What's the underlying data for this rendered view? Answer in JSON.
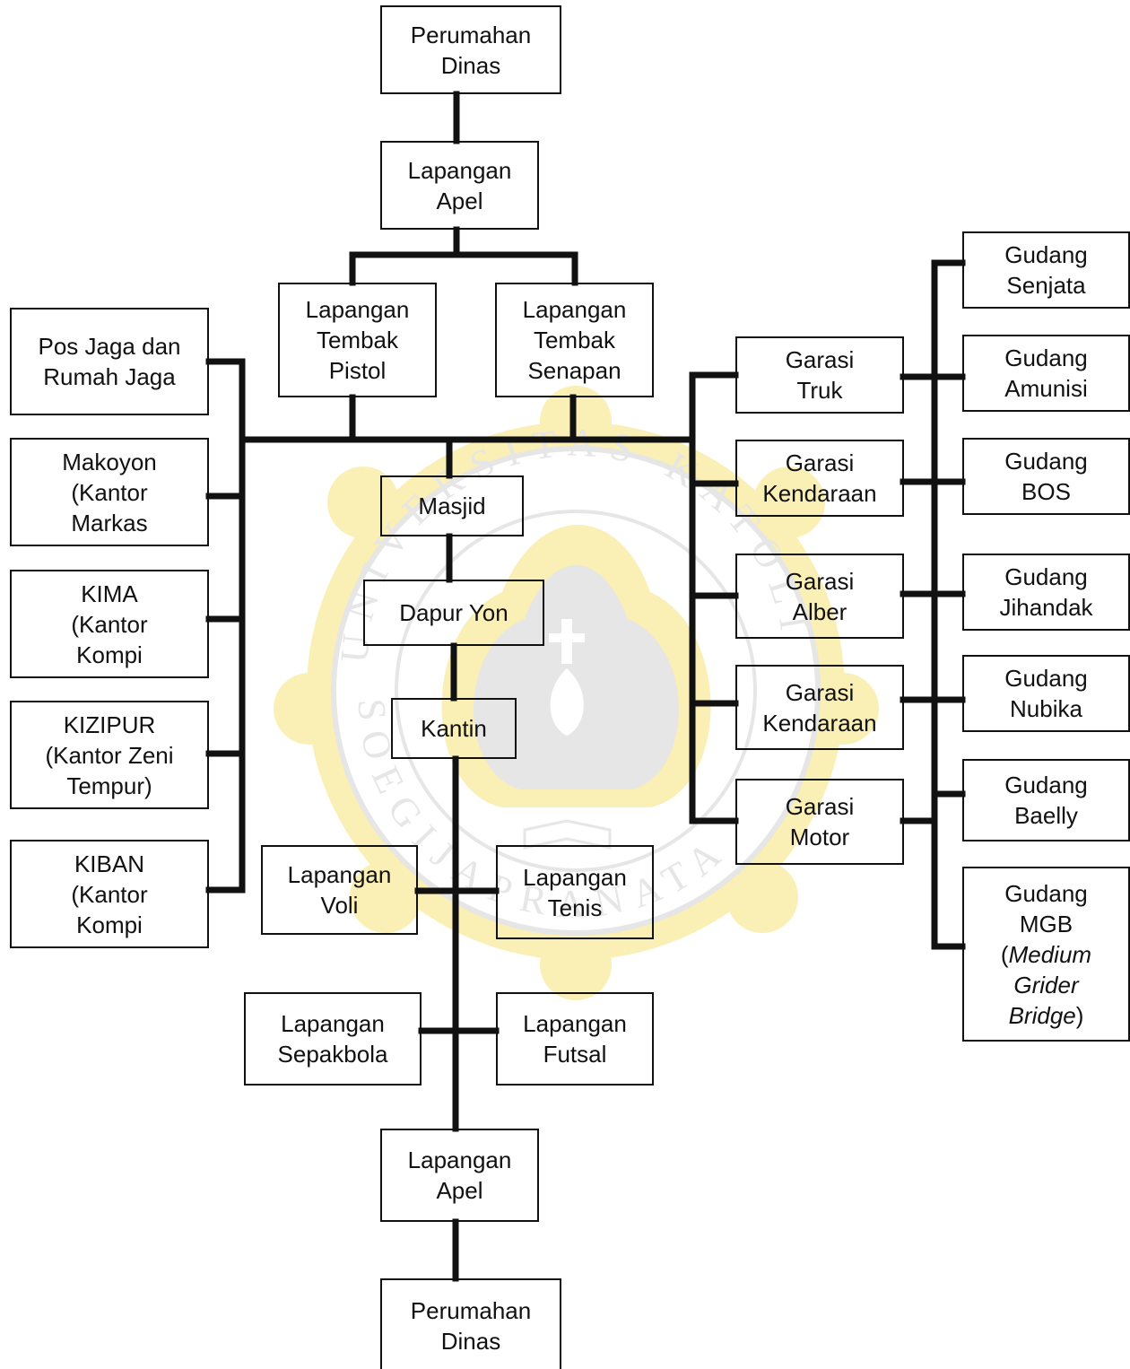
{
  "colors": {
    "line": "#111111",
    "box_border": "#111111",
    "text": "#111111",
    "watermark_gold": "#f5dc5a",
    "watermark_gray": "#c8c8c8"
  },
  "watermark": {
    "icon": "university-seal-icon",
    "text": "UNIVERSITAS KATOLIK SOEGIJAPRANATA"
  },
  "nodes": {
    "perumahan_dinas_top": {
      "line1": "Perumahan",
      "line2": "Dinas"
    },
    "lapangan_apel_top": {
      "line1": "Lapangan",
      "line2": "Apel"
    },
    "lapangan_tembak_pistol": {
      "line1": "Lapangan",
      "line2": "Tembak",
      "line3": "Pistol"
    },
    "lapangan_tembak_senapan": {
      "line1": "Lapangan",
      "line2": "Tembak",
      "line3": "Senapan"
    },
    "pos_jaga": {
      "line1": "Pos Jaga dan",
      "line2": "Rumah Jaga"
    },
    "makoyon": {
      "line1": "Makoyon",
      "line2": "(Kantor",
      "line3": "Markas"
    },
    "kima": {
      "line1": "KIMA",
      "line2": "(Kantor",
      "line3": "Kompi"
    },
    "kizipur": {
      "line1": "KIZIPUR",
      "line2": "(Kantor Zeni",
      "line3": "Tempur)"
    },
    "kiban": {
      "line1": "KIBAN",
      "line2": "(Kantor",
      "line3": "Kompi"
    },
    "masjid": {
      "line1": "Masjid"
    },
    "dapur_yon": {
      "line1": "Dapur Yon"
    },
    "kantin": {
      "line1": "Kantin"
    },
    "lapangan_voli": {
      "line1": "Lapangan",
      "line2": "Voli"
    },
    "lapangan_tenis": {
      "line1": "Lapangan",
      "line2": "Tenis"
    },
    "lapangan_sepakbola": {
      "line1": "Lapangan",
      "line2": "Sepakbola"
    },
    "lapangan_futsal": {
      "line1": "Lapangan",
      "line2": "Futsal"
    },
    "lapangan_apel_bottom": {
      "line1": "Lapangan",
      "line2": "Apel"
    },
    "perumahan_dinas_bottom": {
      "line1": "Perumahan",
      "line2": "Dinas"
    },
    "garasi_truk": {
      "line1": "Garasi",
      "line2": "Truk"
    },
    "garasi_kendaraan_1": {
      "line1": "Garasi",
      "line2": "Kendaraan"
    },
    "garasi_alber": {
      "line1": "Garasi",
      "line2": "Alber"
    },
    "garasi_kendaraan_2": {
      "line1": "Garasi",
      "line2": "Kendaraan"
    },
    "garasi_motor": {
      "line1": "Garasi",
      "line2": "Motor"
    },
    "gudang_senjata": {
      "line1": "Gudang",
      "line2": "Senjata"
    },
    "gudang_amunisi": {
      "line1": "Gudang",
      "line2": "Amunisi"
    },
    "gudang_bos": {
      "line1": "Gudang",
      "line2": "BOS"
    },
    "gudang_jihandak": {
      "line1": "Gudang",
      "line2": "Jihandak"
    },
    "gudang_nubika": {
      "line1": "Gudang",
      "line2": "Nubika"
    },
    "gudang_baelly": {
      "line1": "Gudang",
      "line2": "Baelly"
    },
    "gudang_mgb": {
      "line1": "Gudang",
      "line2": "MGB",
      "paren_open": "(",
      "italic_a": "Medium",
      "italic_b": "Grider",
      "italic_c": "Bridge",
      "paren_close": ")"
    }
  }
}
